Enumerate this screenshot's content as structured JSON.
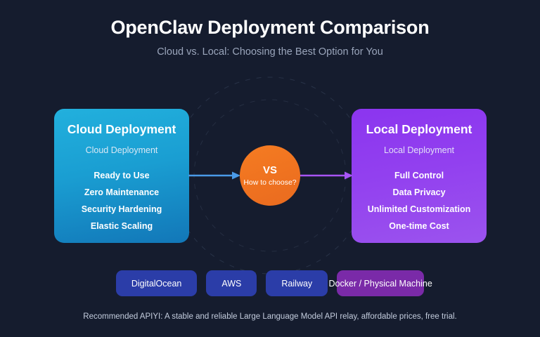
{
  "header": {
    "title": "OpenClaw Deployment Comparison",
    "subtitle": "Cloud vs. Local: Choosing the Best Option for You"
  },
  "cloud_card": {
    "title": "Cloud Deployment",
    "subtitle": "Cloud Deployment",
    "features": [
      "Ready to Use",
      "Zero Maintenance",
      "Security Hardening",
      "Elastic Scaling"
    ],
    "color": "#1a9ed2"
  },
  "local_card": {
    "title": "Local Deployment",
    "subtitle": "Local Deployment",
    "features": [
      "Full Control",
      "Data Privacy",
      "Unlimited Customization",
      "One-time Cost"
    ],
    "color": "#9240ef"
  },
  "center": {
    "label": "VS",
    "question": "How to choose?",
    "color": "#ef7220"
  },
  "arrows": {
    "left_color": "#4a9ae8",
    "right_color": "#a855f7"
  },
  "tags": [
    {
      "label": "DigitalOcean",
      "style": "blue"
    },
    {
      "label": "AWS",
      "style": "blue"
    },
    {
      "label": "Railway",
      "style": "blue"
    },
    {
      "label": "Docker / Physical Machine",
      "style": "purple"
    }
  ],
  "footer": {
    "note": "Recommended APIYI: A stable and reliable Large Language Model API relay, affordable prices, free trial."
  },
  "theme": {
    "background": "#151c2e",
    "ring_color": "#39455c"
  }
}
